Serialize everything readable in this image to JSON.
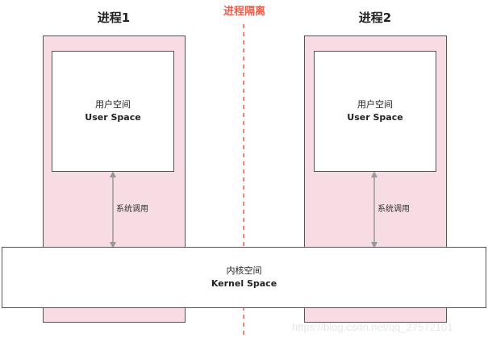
{
  "isolation": {
    "label": "进程隔离",
    "color": "#e8604c"
  },
  "processes": [
    {
      "title": "进程1",
      "user_space_cn": "用户空间",
      "user_space_en": "User Space",
      "syscall_label": "系统调用"
    },
    {
      "title": "进程2",
      "user_space_cn": "用户空间",
      "user_space_en": "User Space",
      "syscall_label": "系统调用"
    }
  ],
  "kernel": {
    "label_cn": "内核空间",
    "label_en": "Kernel Space"
  },
  "watermark": "https://blog.csdn.net/qq_27572101",
  "colors": {
    "process_fill": "#f7dde3",
    "arrow": "#999999",
    "border": "#555555"
  }
}
